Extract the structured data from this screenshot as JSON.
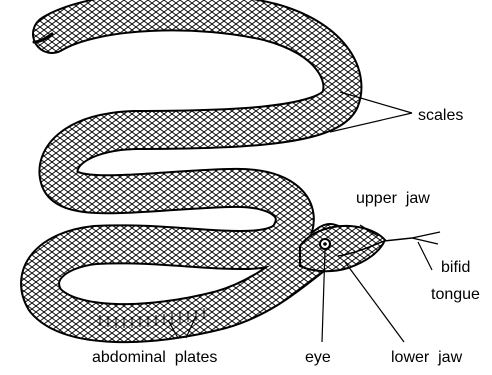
{
  "figure": {
    "labels": {
      "scales": "scales",
      "upper_jaw": "upper  jaw",
      "bifid": "bifid",
      "tongue": "tongue",
      "abdominal_plates": "abdominal  plates",
      "eye": "eye",
      "lower_jaw": "lower  jaw"
    },
    "colors": {
      "ink": "#000000",
      "body": "#ffffff"
    }
  }
}
